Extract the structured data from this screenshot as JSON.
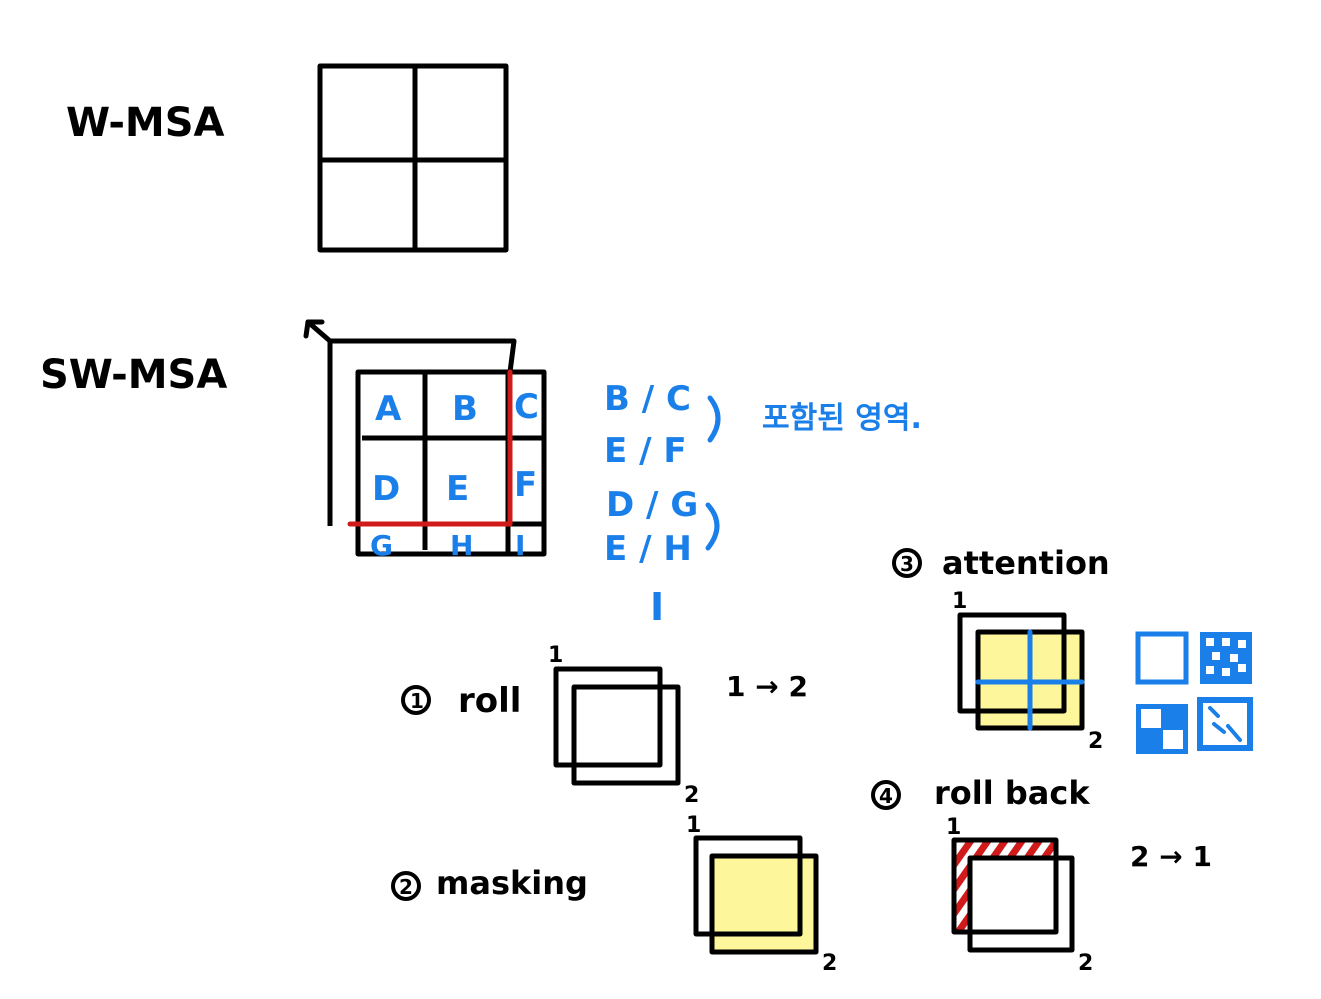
{
  "labels": {
    "w_msa": "W-MSA",
    "sw_msa": "SW-MSA"
  },
  "grid_cells": [
    "A",
    "B",
    "C",
    "D",
    "E",
    "F",
    "G",
    "H",
    "I"
  ],
  "groups": {
    "pair1_top": "B / C",
    "pair1_bottom": "E / F",
    "pair1_note": "포함된 영역.",
    "pair2_top": "D / G",
    "pair2_bottom": "E / H",
    "single": "I"
  },
  "steps": {
    "roll": {
      "num": "1",
      "label": "roll",
      "transition": "1 → 2",
      "corner_a": "1",
      "corner_b": "2"
    },
    "masking": {
      "num": "2",
      "label": "masking",
      "corner_a": "1",
      "corner_b": "2"
    },
    "attention": {
      "num": "3",
      "label": "attention",
      "corner_a": "1",
      "corner_b": "2"
    },
    "roll_back": {
      "num": "4",
      "label": "roll back",
      "transition": "2 → 1",
      "corner_a": "1",
      "corner_b": "2"
    }
  },
  "colors": {
    "ink": "#000000",
    "blue": "#1a7fe8",
    "red": "#d11a1a",
    "highlight": "#fdf69a"
  }
}
